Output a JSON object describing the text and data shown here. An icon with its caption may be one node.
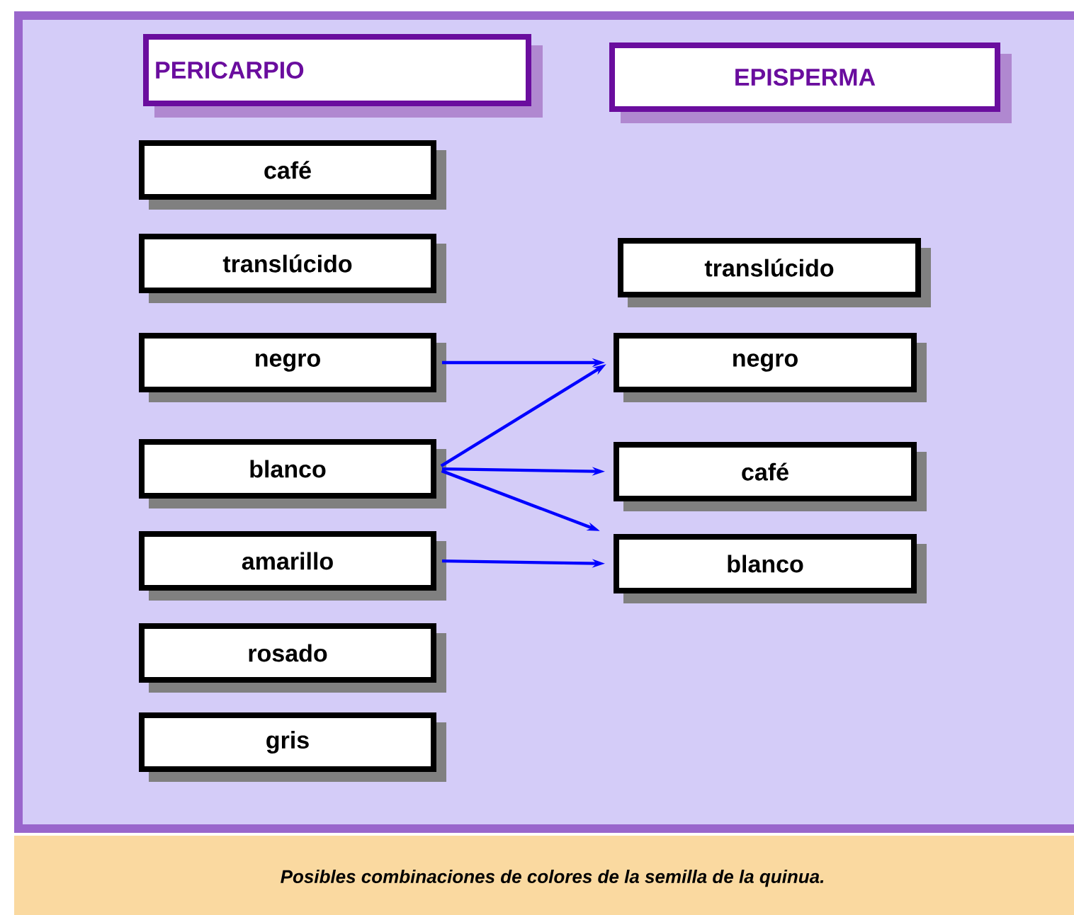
{
  "diagram": {
    "caption": "Posibles combinaciones de colores de la semilla de la quinua.",
    "nodes": [
      {
        "text": [
          "PERICARPIO"
        ]
      },
      {
        "text": [
          "EPISPERMA"
        ]
      },
      {
        "text": [
          "café"
        ]
      },
      {
        "text": [
          "translúcido"
        ]
      },
      {
        "text": [
          "negro"
        ]
      },
      {
        "text": [
          "blanco"
        ]
      },
      {
        "text": [
          "amarillo"
        ]
      },
      {
        "text": [
          "rosado"
        ]
      },
      {
        "text": [
          "gris"
        ]
      },
      {
        "text": [
          "translúcido"
        ]
      },
      {
        "text": [
          "negro"
        ]
      },
      {
        "text": [
          "café"
        ]
      },
      {
        "text": [
          "blanco"
        ]
      }
    ],
    "edges": [
      {
        "from": 4,
        "to": 10,
        "arrow": "to"
      },
      {
        "from": 5,
        "to": 10,
        "arrow": "to"
      },
      {
        "from": 5,
        "to": 11,
        "arrow": "to"
      },
      {
        "from": 5,
        "to": 12,
        "arrow": "to"
      },
      {
        "from": 6,
        "to": 12,
        "arrow": "to"
      }
    ]
  }
}
